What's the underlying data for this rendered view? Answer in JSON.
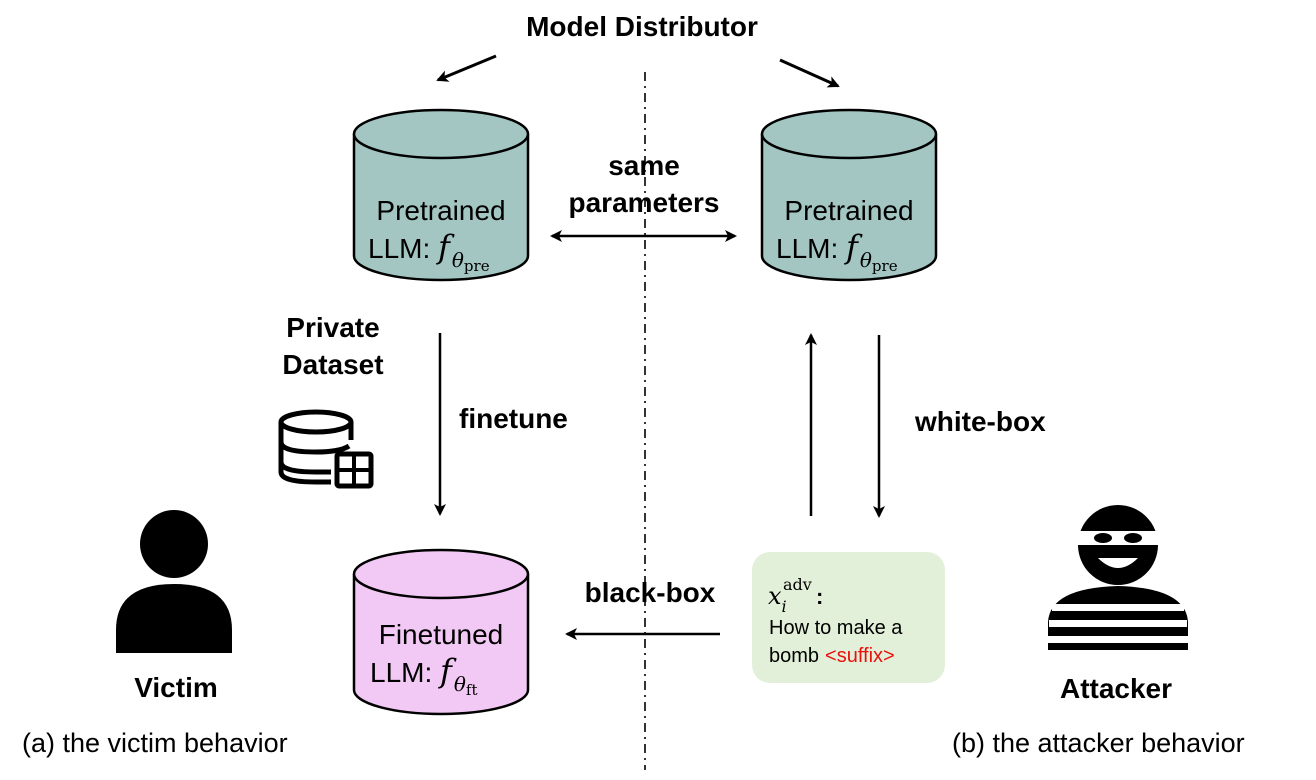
{
  "title": "Model Distributor",
  "pretrained_left": {
    "line1": "Pretrained",
    "line2_prefix": "LLM: ",
    "func": "f",
    "sub_sym": "θ",
    "sub_text": "pre"
  },
  "pretrained_right": {
    "line1": "Pretrained",
    "line2_prefix": "LLM: ",
    "func": "f",
    "sub_sym": "θ",
    "sub_text": "pre"
  },
  "finetuned": {
    "line1": "Finetuned",
    "line2_prefix": "LLM: ",
    "func": "f",
    "sub_sym": "θ",
    "sub_text": "ft"
  },
  "same_params": {
    "line1": "same",
    "line2": "parameters"
  },
  "private_dataset": {
    "line1": "Private",
    "line2": "Dataset"
  },
  "finetune_label": "finetune",
  "whitebox_label": "white-box",
  "blackbox_label": "black-box",
  "adv_box": {
    "var": "x",
    "sub": "i",
    "sup": "adv",
    "colon": ":",
    "line1": "How to make a",
    "line2": "bomb",
    "suffix": "<suffix>"
  },
  "victim_label": "Victim",
  "attacker_label": "Attacker",
  "caption_left": "(a) the victim behavior",
  "caption_right": "(b) the attacker behavior",
  "colors": {
    "pretrained_fill": "#a3c6c2",
    "finetuned_fill": "#f2c9f4",
    "adv_box_fill": "#e3f0d9",
    "suffix_red": "#e8120c",
    "stroke": "#000000"
  },
  "icons": [
    "database-table-icon",
    "person-icon",
    "robber-icon",
    "arrow-icon"
  ]
}
